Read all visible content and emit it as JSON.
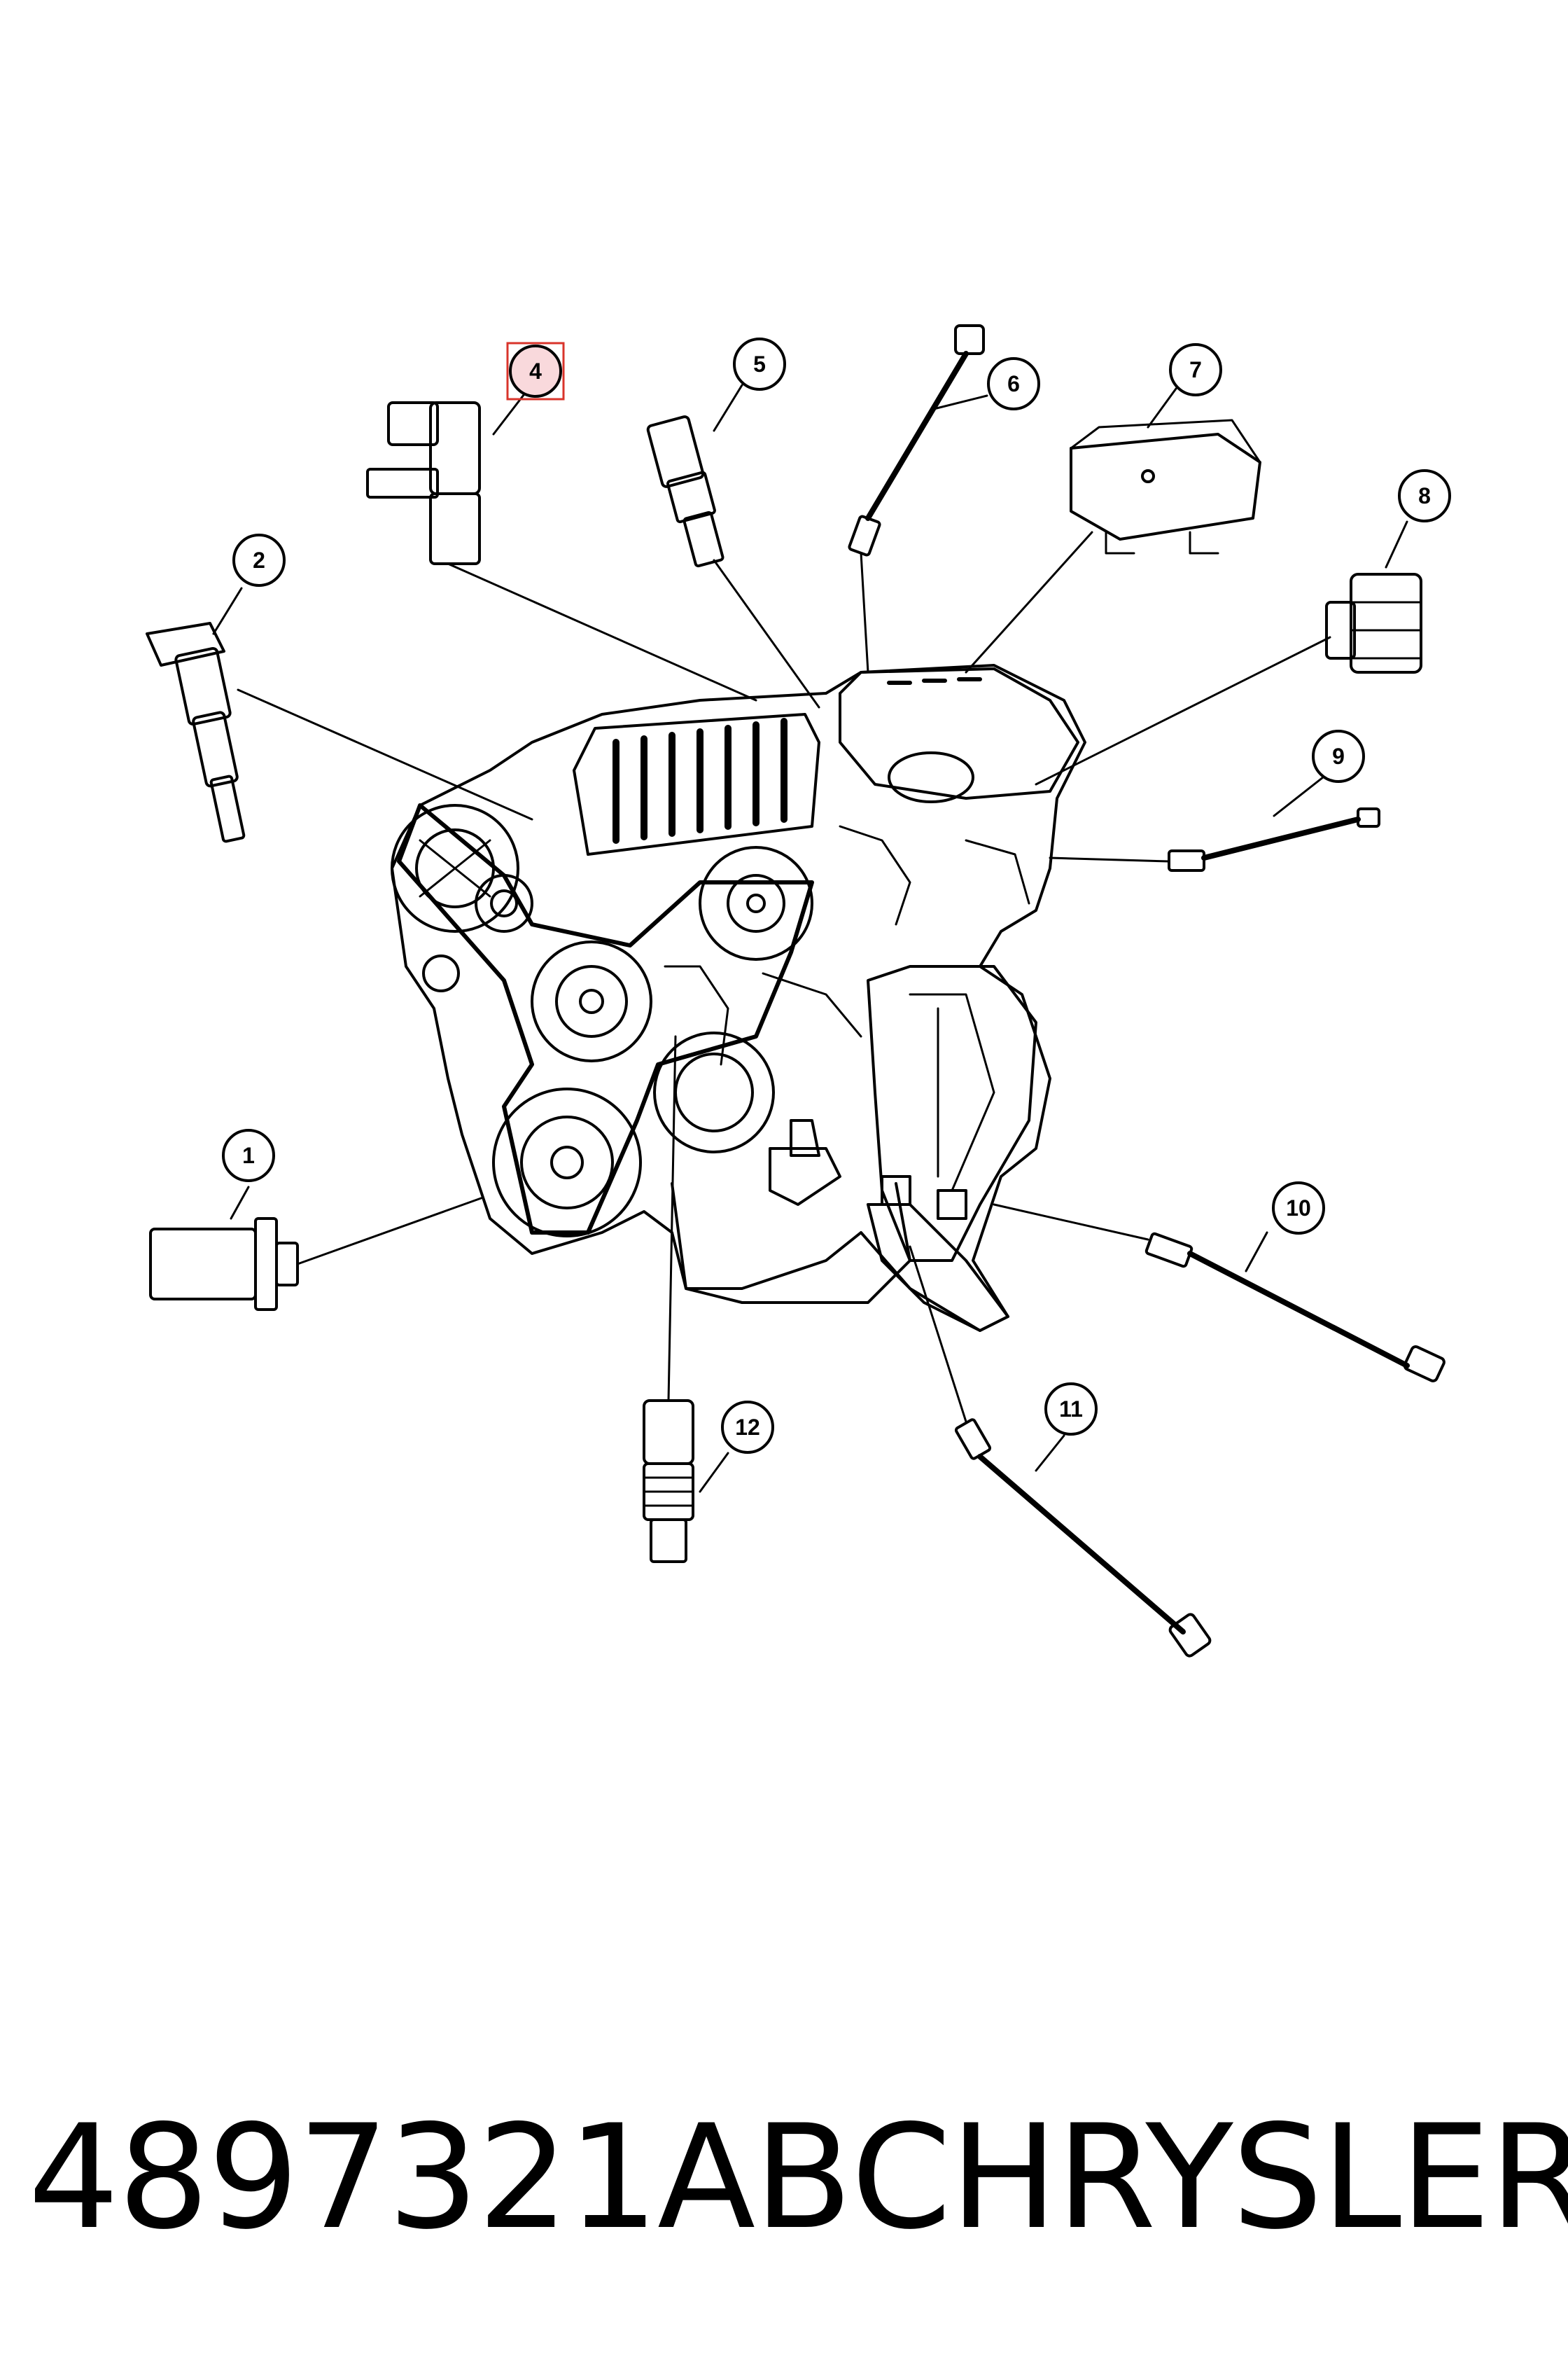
{
  "diagram": {
    "callouts": [
      {
        "label": "1"
      },
      {
        "label": "2"
      },
      {
        "label": "4"
      },
      {
        "label": "5"
      },
      {
        "label": "6"
      },
      {
        "label": "7"
      },
      {
        "label": "8"
      },
      {
        "label": "9"
      },
      {
        "label": "10"
      },
      {
        "label": "11"
      },
      {
        "label": "12"
      }
    ],
    "highlighted_callout": "4",
    "highlight_color": "#d9342b",
    "highlight_fill": "#f9d9dc"
  },
  "caption": {
    "part_number": "4897321AB",
    "brand": "CHRYSLER"
  }
}
